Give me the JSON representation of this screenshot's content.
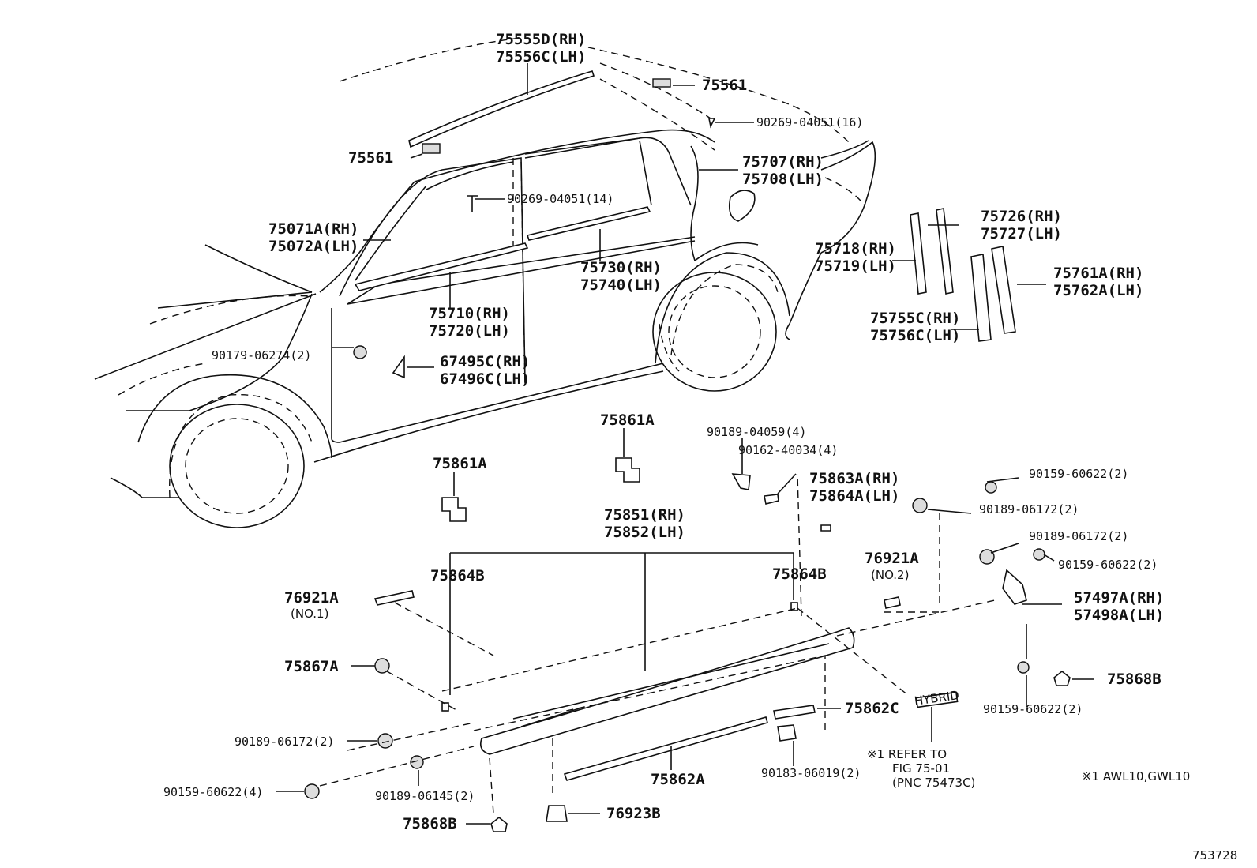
{
  "labels": {
    "l75555d": "75555D(RH)",
    "l75556c": "75556C(LH)",
    "l75561_top": "75561",
    "l90269_16": "90269-04051(16)",
    "l75561_left": "75561",
    "l90269_14": "90269-04051(14)",
    "l75707": "75707(RH)",
    "l75708": "75708(LH)",
    "l75071a": "75071A(RH)",
    "l75072a": "75072A(LH)",
    "l75730": "75730(RH)",
    "l75740": "75740(LH)",
    "l75710": "75710(RH)",
    "l75720": "75720(LH)",
    "l75726": "75726(RH)",
    "l75727": "75727(LH)",
    "l75718": "75718(RH)",
    "l75719": "75719(LH)",
    "l75761a": "75761A(RH)",
    "l75762a": "75762A(LH)",
    "l75755c": "75755C(RH)",
    "l75756c": "75756C(LH)",
    "l90179": "90179-06274(2)",
    "l67495c": "67495C(RH)",
    "l67496c": "67496C(LH)",
    "l75861a_1": "75861A",
    "l75861a_2": "75861A",
    "l90189_04059": "90189-04059(4)",
    "l90162": "90162-40034(4)",
    "l75863a": "75863A(RH)",
    "l75864a": "75864A(LH)",
    "l90159_r1": "90159-60622(2)",
    "l90189_r1": "90189-06172(2)",
    "l75851": "75851(RH)",
    "l75852": "75852(LH)",
    "l90189_r2": "90189-06172(2)",
    "l90159_r2": "90159-60622(2)",
    "l75864b_1": "75864B",
    "l75864b_2": "75864B",
    "l76921a_2": "76921A",
    "l76921a_2_note": "(NO.2)",
    "l76921a_1": "76921A",
    "l76921a_1_note": "(NO.1)",
    "l57497a": "57497A(RH)",
    "l57498a": "57498A(LH)",
    "l75867a": "75867A",
    "l75868b_r": "75868B",
    "l75862c": "75862C",
    "l90159_r3": "90159-60622(2)",
    "l90189_06172_l": "90189-06172(2)",
    "l90159_l": "90159-60622(4)",
    "l90189_06145": "90189-06145(2)",
    "l75862a": "75862A",
    "l90183": "90183-06019(2)",
    "refer_1": "※1 REFER TO",
    "refer_2": "FIG 75-01",
    "refer_3": "(PNC 75473C)",
    "note": "※1 AWL10,GWL10",
    "l75868b_b": "75868B",
    "l76923b": "76923B",
    "hybrid": "HYBRID",
    "figure_no": "753728"
  }
}
